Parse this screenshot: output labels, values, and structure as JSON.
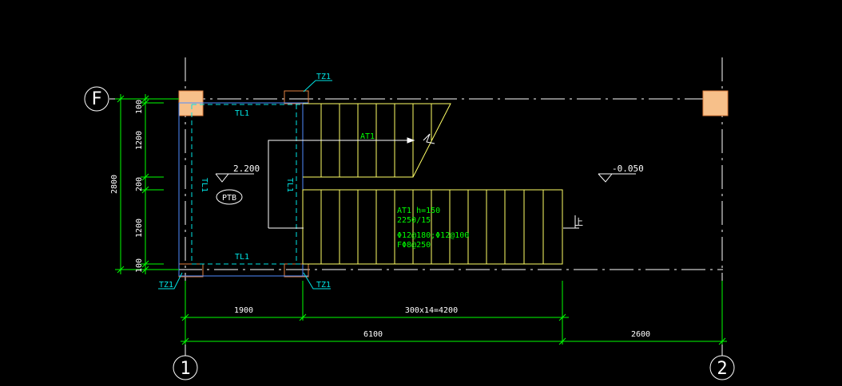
{
  "drawing": {
    "background": "#000000",
    "colors": {
      "axis": "#ffffff",
      "dimension": "#00ff00",
      "stair": "#ffff66",
      "beam": "#00e5e5",
      "column_fill": "#f7c08a",
      "column_edge": "#e08040",
      "wall": "#4f8cff"
    },
    "grid": {
      "row_label": "F",
      "col_labels": [
        "1",
        "2"
      ]
    },
    "left_dims": {
      "total": "2800",
      "parts": [
        "100",
        "1200",
        "200",
        "1200",
        "100"
      ]
    },
    "bottom_dims": {
      "row1": [
        "1900",
        "300x14=4200"
      ],
      "row2": [
        "6100",
        "2600"
      ]
    },
    "beam_labels": {
      "tl_top": "TL1",
      "tl_bottom": "TL1",
      "tl_left": "TL1",
      "tl_mid": "TL1"
    },
    "column_labels": {
      "tz_top": "TZ1",
      "tz_bottom_left": "TZ1",
      "tz_bottom_right": "TZ1"
    },
    "platform": {
      "elevation": "2.200",
      "slab_label": "PTB"
    },
    "floor": {
      "elevation": "-0.050"
    },
    "stair": {
      "flight_label": "AT1",
      "spec_line1": "AT1 h=150",
      "spec_line2": "2250/15",
      "rebar_line1": "Φ12@180;Φ12@100",
      "rebar_line2": "FΦ8@250",
      "up_mark": "上"
    }
  }
}
